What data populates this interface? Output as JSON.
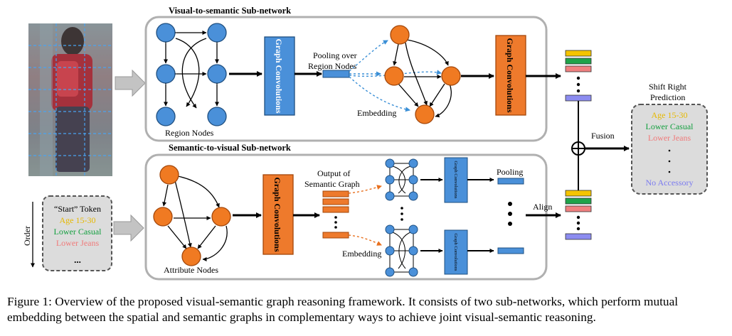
{
  "diagram": {
    "top": {
      "title": "Visual-to-semantic Sub-network",
      "graph_conv_label": "Graph Convolutions",
      "pooling_label_line1": "Pooling over",
      "pooling_label_line2": "Region Nodes",
      "embedding_label": "Embedding",
      "region_nodes_label": "Region Nodes"
    },
    "bottom": {
      "title": "Semantic-to-visual Sub-network",
      "graph_conv_label": "Graph Convolutions",
      "small_graph_conv_label": "Graph Convolutions",
      "output_label_line1": "Output of",
      "output_label_line2": "Semantic Graph",
      "pooling_label": "Pooling",
      "embedding_label": "Embedding",
      "attribute_nodes_label": "Attribute Nodes",
      "align_label": "Align"
    },
    "fusion_label": "Fusion",
    "prediction": {
      "title_line1": "Shift Right",
      "title_line2": "Prediction",
      "items": [
        "Age 15-30",
        "Lower Casual",
        "Lower Jeans"
      ],
      "last_item": "No Accessory"
    },
    "tokens": {
      "order_label": "Order",
      "start_token": "“Start” Token",
      "items": [
        "Age 15-30",
        "Lower Casual",
        "Lower Jeans"
      ],
      "ellipsis": "..."
    },
    "colors": {
      "region_node": "#4a90d9",
      "attribute_node": "#f07a22",
      "graph_conv_blue": "#4a90d9",
      "graph_conv_orange": "#ee7a2c",
      "yellow": "#f5c400",
      "green": "#1fa34a",
      "pink": "#f08080",
      "lavender": "#8c8cf0",
      "gray_box": "#bdbdbd"
    }
  },
  "caption": "Figure 1: Overview of the proposed visual-semantic graph reasoning framework. It consists of two sub-networks, which perform mutual embedding between the spatial and semantic graphs in complementary ways to achieve joint visual-semantic reasoning."
}
